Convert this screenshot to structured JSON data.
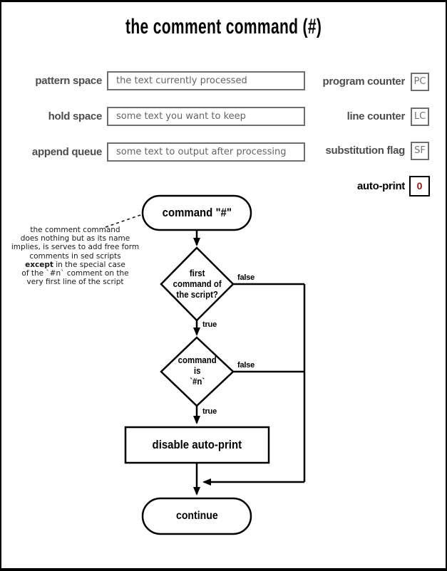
{
  "page": {
    "title": "the comment command (#)"
  },
  "registers": {
    "left": [
      {
        "label": "pattern space",
        "value": "the text currently processed"
      },
      {
        "label": "hold space",
        "value": "some text you want to keep"
      },
      {
        "label": "append queue",
        "value": "some text to output after processing"
      }
    ],
    "right": [
      {
        "label": "program counter",
        "value": "PC"
      },
      {
        "label": "line counter",
        "value": "LC"
      },
      {
        "label": "substitution flag",
        "value": "SF"
      },
      {
        "label": "auto-print",
        "value": "0"
      }
    ]
  },
  "annotation": {
    "pre": "the comment command\ndoes nothing but as its name\nimplies, is serves to add free form\ncomments in sed scripts\n",
    "bold": "except",
    "post": " in the special case\nof the `#n` comment on the\nvery first line of the script"
  },
  "flowchart": {
    "start": "command \"#\"",
    "decision1": "first\ncommand of\nthe script?",
    "decision2": "command\nis\n`#n`",
    "action": "disable auto-print",
    "end": "continue",
    "true_label": "true",
    "false_label": "false"
  },
  "colors": {
    "line_black": "#000000",
    "label_gray": "#4d4d4d",
    "box_border_gray": "#6e6e6e",
    "box_text_gray": "#646464",
    "autoprint_red": "#8b1a1a"
  }
}
